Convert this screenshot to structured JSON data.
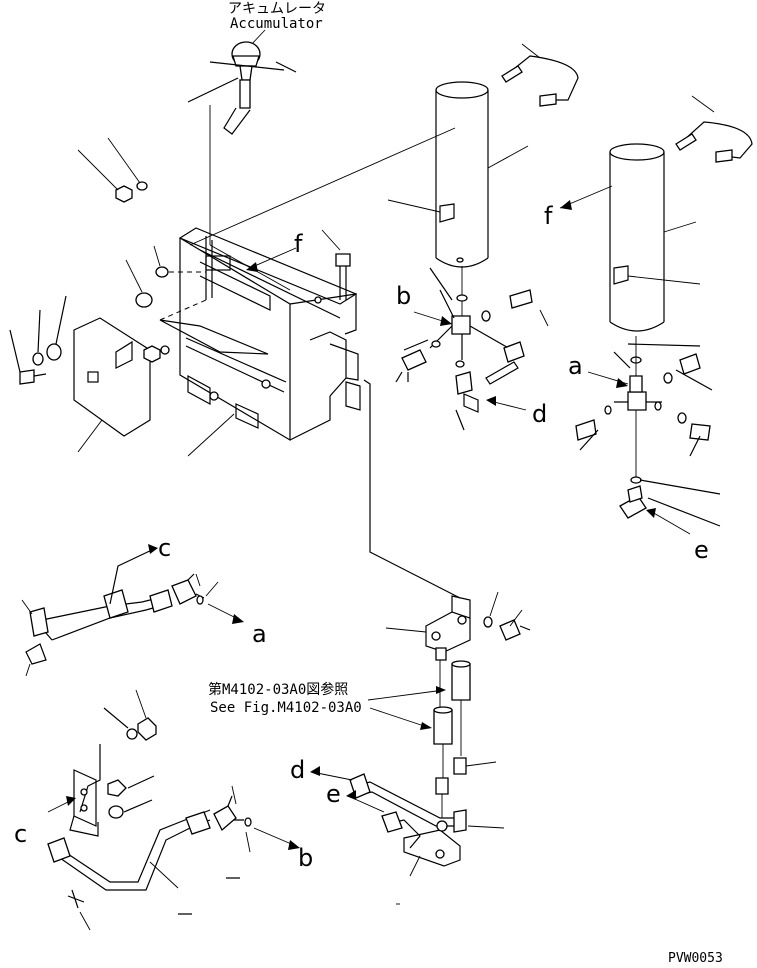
{
  "accumulator": {
    "label_jp": "アキュムレータ",
    "label_en": "Accumulator"
  },
  "reference": {
    "label_jp": "第M4102-03A0図参照",
    "label_en": "See Fig.M4102-03A0"
  },
  "callouts": {
    "a": "a",
    "b": "b",
    "c": "c",
    "d": "d",
    "e": "e",
    "f": "f"
  },
  "drawing_code": "PVW0053"
}
